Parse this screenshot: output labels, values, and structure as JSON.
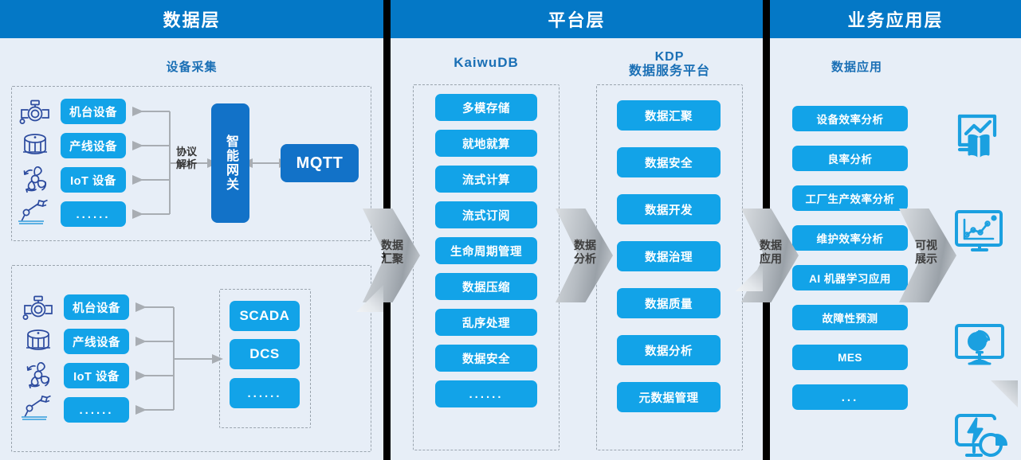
{
  "panels": [
    {
      "id": "data-layer",
      "header": "数据层",
      "section_title": "设备采集",
      "groups": [
        {
          "name": "group-top",
          "devices": [
            {
              "label": "机台设备",
              "icon": "valve-icon"
            },
            {
              "label": "产线设备",
              "icon": "drum-sensor-icon"
            },
            {
              "label": "IoT 设备",
              "icon": "fan-icon"
            },
            {
              "label": "......",
              "icon": "robot-arm-icon"
            }
          ],
          "protocol_label": "协议\n解析",
          "gateway": "智能网关",
          "broker": "MQTT"
        },
        {
          "name": "group-bottom",
          "devices": [
            {
              "label": "机台设备",
              "icon": "valve-icon"
            },
            {
              "label": "产线设备",
              "icon": "drum-sensor-icon"
            },
            {
              "label": "IoT 设备",
              "icon": "fan-icon"
            },
            {
              "label": "......",
              "icon": "robot-arm-icon"
            }
          ],
          "systems": [
            "SCADA",
            "DCS",
            "......"
          ]
        }
      ]
    },
    {
      "id": "platform-layer",
      "header": "平台层",
      "columns": [
        {
          "title": "KaiwuDB",
          "items": [
            "多模存储",
            "就地就算",
            "流式计算",
            "流式订阅",
            "生命周期管理",
            "数据压缩",
            "乱序处理",
            "数据安全",
            "......"
          ]
        },
        {
          "title": "KDP\n数据服务平台",
          "title_line1": "KDP",
          "title_line2": "数据服务平台",
          "items": [
            "数据汇聚",
            "数据安全",
            "数据开发",
            "数据治理",
            "数据质量",
            "数据分析",
            "元数据管理"
          ]
        }
      ]
    },
    {
      "id": "business-layer",
      "header": "业务应用层",
      "section_title": "数据应用",
      "items": [
        "设备效率分析",
        "良率分析",
        "工厂生产效率分析",
        "维护效率分析",
        "AI 机器学习应用",
        "故障性预测",
        "MES",
        "..."
      ],
      "viz_icons": [
        "dashboard-book-icon",
        "line-chart-monitor-icon",
        "pie-chart-monitor-icon",
        "energy-gauge-monitor-icon"
      ]
    }
  ],
  "flow_arrows": [
    {
      "name": "arrow-data-aggregation",
      "line1": "数据",
      "line2": "汇聚"
    },
    {
      "name": "arrow-data-analysis",
      "line1": "数据",
      "line2": "分析"
    },
    {
      "name": "arrow-data-application",
      "line1": "数据",
      "line2": "应用"
    },
    {
      "name": "arrow-visual-presentation",
      "line1": "可视",
      "line2": "展示"
    }
  ],
  "colors": {
    "header_blue": "#0478c6",
    "panel_bg": "#e7eef7",
    "pill_blue": "#12a3e8",
    "pill_dark_blue": "#1272c8",
    "title_blue": "#1a6fb5",
    "divider": "#000000",
    "wire_gray": "#a8adb3"
  }
}
